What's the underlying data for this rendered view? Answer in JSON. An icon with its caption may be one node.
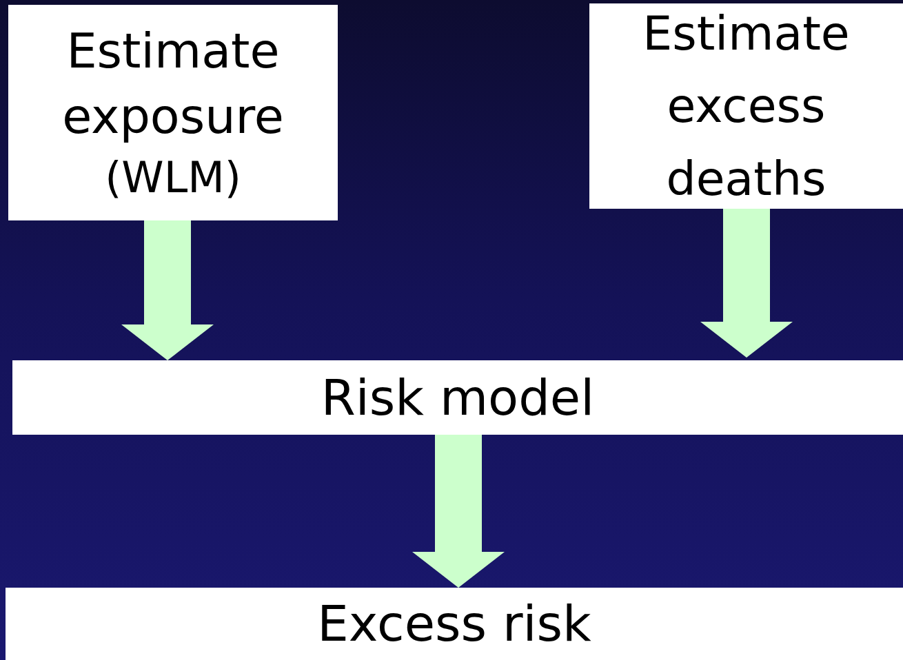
{
  "diagram": {
    "nodes": [
      {
        "text": [
          "Estimate exposure",
          "(WLM)"
        ]
      },
      {
        "text": [
          "Estimate excess deaths"
        ]
      },
      {
        "text": [
          "Risk model"
        ]
      },
      {
        "text": [
          "Excess risk"
        ]
      }
    ],
    "edges": [
      {
        "from": 0,
        "to": 2,
        "arrow": "to",
        "color": "#ccffcc"
      },
      {
        "from": 1,
        "to": 2,
        "arrow": "to",
        "color": "#ccffcc"
      },
      {
        "from": 2,
        "to": 3,
        "arrow": "to",
        "color": "#ccffcc"
      }
    ]
  }
}
